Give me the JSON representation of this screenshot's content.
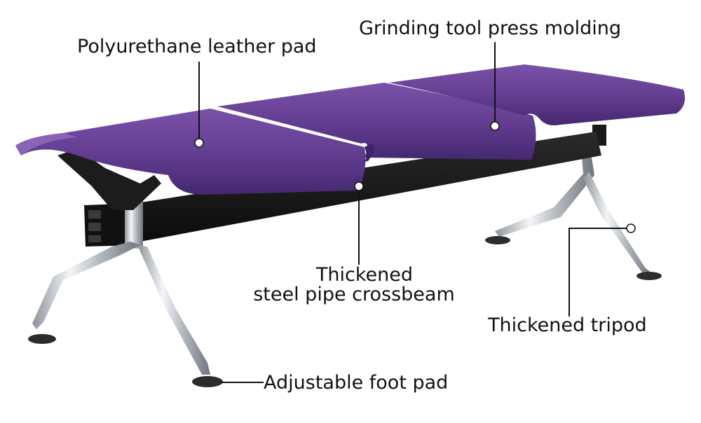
{
  "labels": {
    "leather_pad": "Polyurethane leather pad",
    "press_molding": "Grinding tool press molding",
    "crossbeam_line1": "Thickened",
    "crossbeam_line2": "steel pipe crossbeam",
    "tripod": "Thickened tripod",
    "foot_pad": "Adjustable foot pad"
  },
  "colors": {
    "seat_purple": "#5f3a8c",
    "seat_highlight": "#7a52a8",
    "seat_shadow": "#3f2366",
    "beam_black": "#151515",
    "chrome": "#c8ccd2",
    "leader_line": "#111111"
  }
}
